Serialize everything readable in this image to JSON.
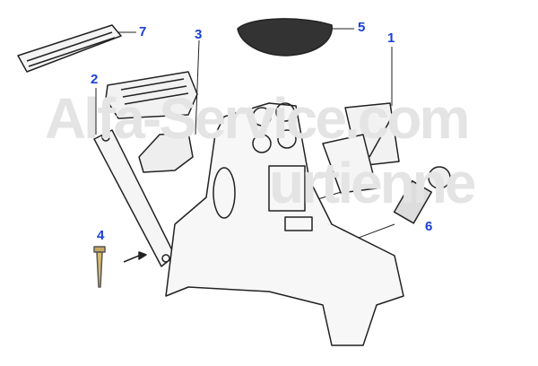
{
  "watermark": {
    "line1": "Alfa-Service.com",
    "line2": "urtienne"
  },
  "callouts": [
    {
      "number": "1",
      "part": "shifter-frame"
    },
    {
      "number": "2",
      "part": "trim-rail"
    },
    {
      "number": "3",
      "part": "ashtray"
    },
    {
      "number": "4",
      "part": "screw"
    },
    {
      "number": "5",
      "part": "gear-boot"
    },
    {
      "number": "6",
      "part": "cigarette-lighter"
    },
    {
      "number": "7",
      "part": "vent-grille"
    }
  ],
  "colors": {
    "callout": "#1a3fd8",
    "linework": "#222222",
    "watermark": "#e4e4e4"
  }
}
